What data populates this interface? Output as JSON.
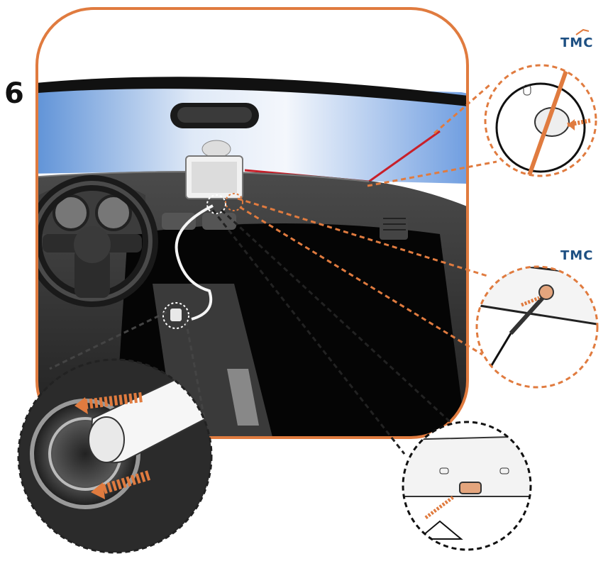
{
  "step_number": "6",
  "badges": {
    "tmc_top": "TMC",
    "tmc_middle": "TMC"
  },
  "colors": {
    "accent": "#e07b3f",
    "frame": "#e07b3f",
    "windshield": "#5b8fd8",
    "dashboard": "#2a2a2a",
    "tmc_blue": "#1d4f82"
  }
}
